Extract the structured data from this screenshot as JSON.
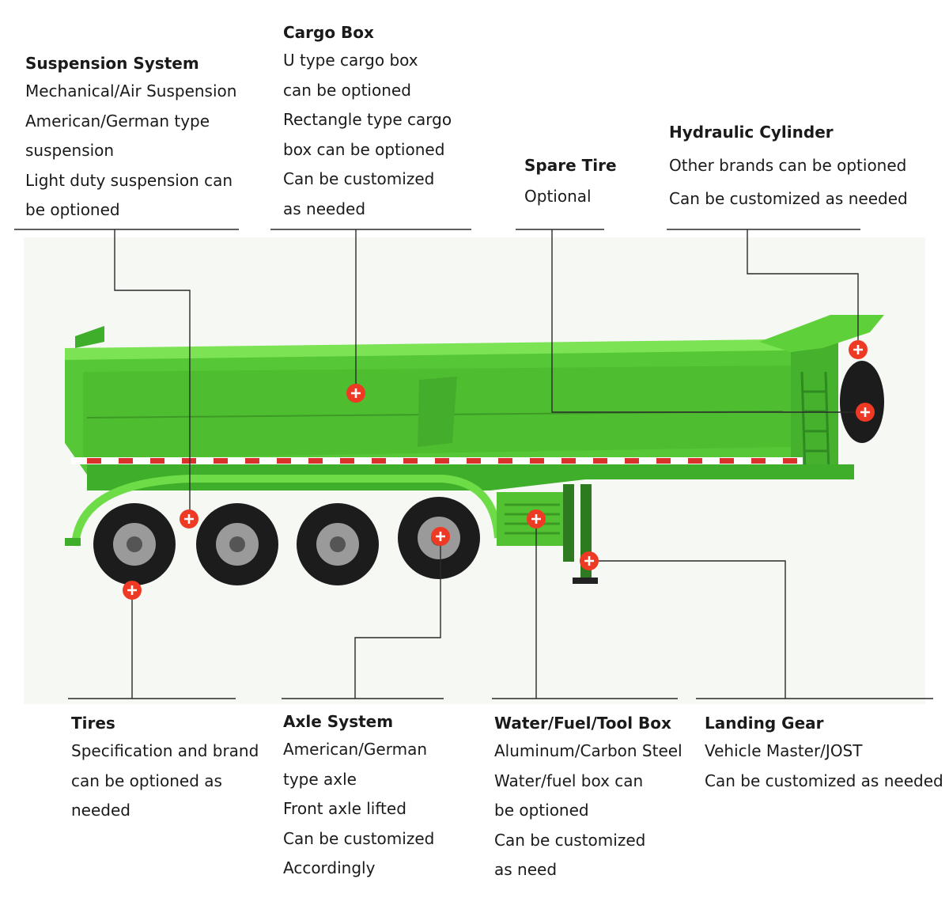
{
  "colors": {
    "trailer_green": "#5ed13a",
    "trailer_dark": "#2f8a22",
    "marker_red": "#ee3a24",
    "tire_black": "#1c1c1c",
    "leader_line": "#2a2a2a"
  },
  "callouts": {
    "suspension": {
      "title": "Suspension System",
      "lines": [
        "Mechanical/Air Suspension",
        "American/German type",
        "suspension",
        "Light duty suspension can",
        "be optioned"
      ]
    },
    "cargo_box": {
      "title": "Cargo Box",
      "lines": [
        "U type cargo box",
        "can be optioned",
        "Rectangle type cargo",
        "box can be optioned",
        "Can be customized",
        "as needed"
      ]
    },
    "spare_tire": {
      "title": "Spare Tire",
      "lines": [
        "Optional"
      ]
    },
    "hydraulic_cylinder": {
      "title": "Hydraulic Cylinder",
      "lines": [
        "Other brands can be optioned",
        "Can be customized as needed"
      ]
    },
    "tires": {
      "title": "Tires",
      "lines": [
        "Specification and brand",
        "can be optioned as",
        "needed"
      ]
    },
    "axle_system": {
      "title": "Axle System",
      "lines": [
        "American/German",
        "type axle",
        "Front axle lifted",
        "Can be customized",
        "Accordingly"
      ]
    },
    "tool_box": {
      "title": "Water/Fuel/Tool Box",
      "lines": [
        "Aluminum/Carbon Steel",
        "Water/fuel box can",
        "be optioned",
        "Can be customized",
        "as need"
      ]
    },
    "landing_gear": {
      "title": "Landing Gear",
      "lines": [
        "Vehicle Master/JOST",
        "Can be customized as needed"
      ]
    }
  }
}
